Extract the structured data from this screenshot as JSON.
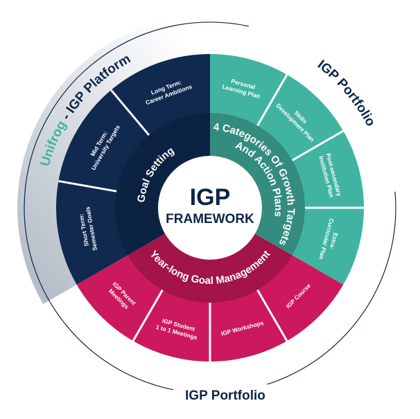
{
  "center": {
    "line1": "IGP",
    "line2": "FRAMEWORK"
  },
  "colors": {
    "navy_outer": "#10294f",
    "navy_inner": "#0c2242",
    "teal_outer": "#40b4a0",
    "teal_inner": "#348c7f",
    "magenta_outer": "#cc185d",
    "magenta_inner": "#a31448",
    "accent_teal": "#3fb3a0",
    "text_navy": "#0d2548"
  },
  "inner_ring": {
    "goal_setting": "Goal  Setting",
    "growth_line1": "4 Categories Of Growth  Targets",
    "growth_line2": "And Action Plans",
    "goal_management": "Year-long Goal Management"
  },
  "segments": {
    "navy": [
      {
        "line1": "Short Term:",
        "line2": "Semester Goals"
      },
      {
        "line1": "Mid Term:",
        "line2": "University Targets"
      },
      {
        "line1": "Long Term:",
        "line2": "Career Ambitions"
      }
    ],
    "teal": [
      {
        "line1": "Personal",
        "line2": "Learning Plan"
      },
      {
        "line1": "Skills",
        "line2": "Development Plan"
      },
      {
        "line1": "Post-secondary",
        "line2": "Institution Plan"
      },
      {
        "line1": "Extra-",
        "line2": "Curricular Plan"
      }
    ],
    "magenta": [
      {
        "line1": "IGP Course",
        "line2": ""
      },
      {
        "line1": "IGP Workshops",
        "line2": ""
      },
      {
        "line1": "IGP Student",
        "line2": "1 to 1 Meetings"
      },
      {
        "line1": "IGP Parent",
        "line2": "Meetings"
      }
    ]
  },
  "outer": {
    "platform_brand": "Unifrog",
    "platform_rest": " - IGP Platform",
    "portfolio_top": "IGP Portfolio",
    "portfolio_bottom": "IGP Portfolio"
  }
}
